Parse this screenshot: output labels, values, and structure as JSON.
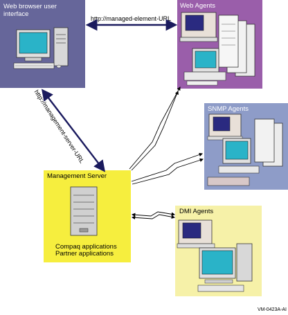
{
  "nodes": {
    "web_browser": {
      "label_line1": "Web browser user",
      "label_line2": "interface"
    },
    "web_agents": {
      "label": "Web Agents"
    },
    "snmp_agents": {
      "label": "SNMP Agents"
    },
    "management_server": {
      "label": "Management Server",
      "app1": "Compaq applications",
      "app2": "Partner applications"
    },
    "dmi_agents": {
      "label": "DMI Agents"
    }
  },
  "edges": {
    "managed_element_url": "http://managed-element-URL",
    "management_server_url": "http://management-server-URL"
  },
  "figure_id": "VM-0423A-AI",
  "colors": {
    "web_browser_bg": "#66669a",
    "web_agents_bg": "#9a5eaa",
    "snmp_agents_bg": "#8e9cc8",
    "management_server_bg": "#f6ee3e",
    "dmi_agents_bg": "#f6f1a8",
    "link_line": "#1a1a5e",
    "lightning": "#000000"
  }
}
